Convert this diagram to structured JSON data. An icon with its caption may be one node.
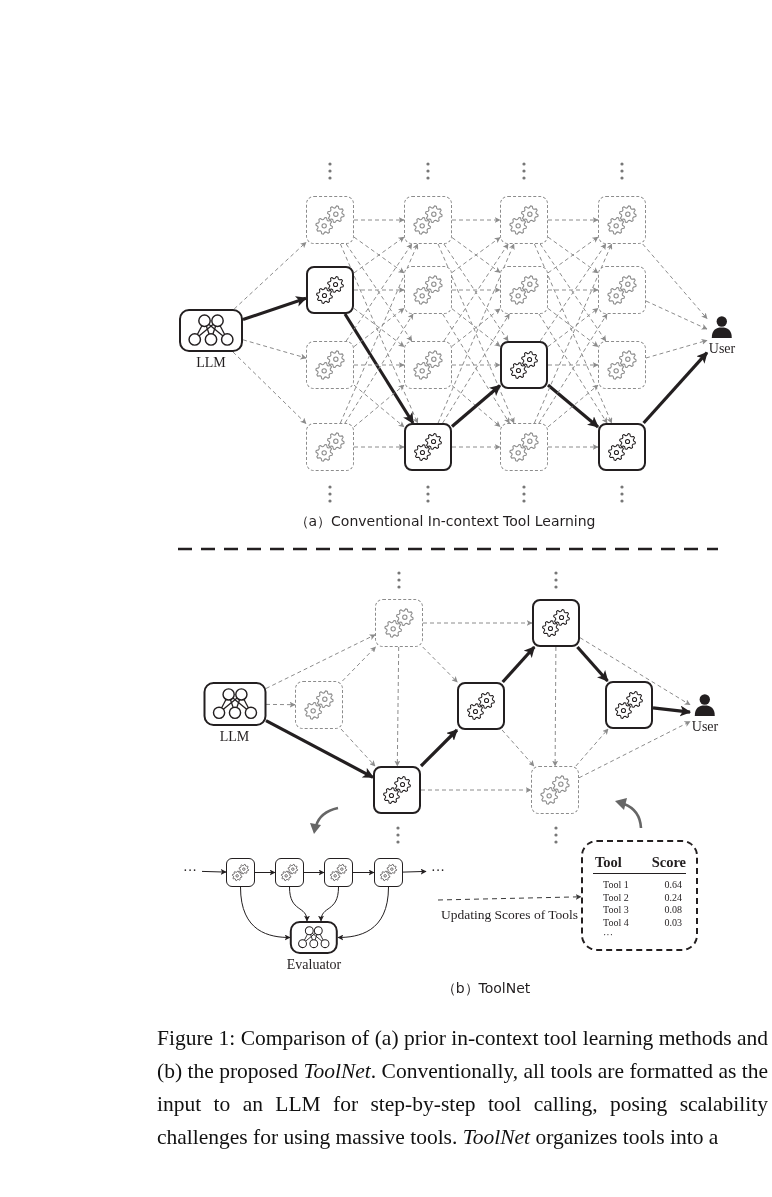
{
  "diagram": {
    "caption": "Figure 1: Comparison of (a) prior in-context tool learning methods and (b) the proposed *ToolNet*. Conventionally, all tools are formatted as the input to an LLM for step-by-step tool calling, posing scalability challenges for using massive tools. *ToolNet* organizes tools into a",
    "nodes": [
      {
        "text": [
          "LLM"
        ]
      },
      {
        "text": [],
        "shape": "box"
      },
      {
        "text": [],
        "shape": "box"
      },
      {
        "text": [],
        "shape": "box"
      },
      {
        "text": [],
        "shape": "box"
      },
      {
        "text": [],
        "shape": "box"
      },
      {
        "text": [],
        "shape": "box"
      },
      {
        "text": [],
        "shape": "box"
      },
      {
        "text": [],
        "shape": "box"
      },
      {
        "text": [],
        "shape": "box"
      },
      {
        "text": [],
        "shape": "box"
      },
      {
        "text": [],
        "shape": "box"
      },
      {
        "text": [],
        "shape": "box"
      },
      {
        "text": [],
        "shape": "box"
      },
      {
        "text": [],
        "shape": "box"
      },
      {
        "text": [],
        "shape": "box"
      },
      {
        "text": [],
        "shape": "box"
      },
      {
        "text": [
          "User"
        ]
      },
      {
        "text": [
          "LLM"
        ]
      },
      {
        "text": [],
        "shape": "box"
      },
      {
        "text": [],
        "shape": "box"
      },
      {
        "text": [],
        "shape": "box"
      },
      {
        "text": [],
        "shape": "box"
      },
      {
        "text": [],
        "shape": "box"
      },
      {
        "text": [],
        "shape": "box"
      },
      {
        "text": [],
        "shape": "box"
      },
      {
        "text": [
          "User"
        ]
      },
      {
        "text": [
          "···"
        ]
      },
      {
        "text": [],
        "shape": "box"
      },
      {
        "text": [],
        "shape": "box"
      },
      {
        "text": [],
        "shape": "box"
      },
      {
        "text": [],
        "shape": "box"
      },
      {
        "text": [
          "···"
        ]
      },
      {
        "text": [
          "Evaluator"
        ]
      },
      {
        "text": [
          "Tool",
          "Score",
          "Tool 1",
          "0.64",
          "Tool 2",
          "0.24",
          "Tool 3",
          "0.08",
          "Tool 4",
          "0.03",
          "···"
        ]
      }
    ],
    "edges": [
      {
        "from": 0,
        "to": 1,
        "arrow": "to",
        "style": "dashed"
      },
      {
        "from": 0,
        "to": 2,
        "arrow": "to",
        "style": "thick",
        "color": "#231f20"
      },
      {
        "from": 0,
        "to": 3,
        "arrow": "to",
        "style": "dashed"
      },
      {
        "from": 0,
        "to": 4,
        "arrow": "to",
        "style": "dashed"
      },
      {
        "from": 1,
        "to": 5,
        "arrow": "to",
        "style": "dashed"
      },
      {
        "from": 1,
        "to": 6,
        "arrow": "to",
        "style": "dashed"
      },
      {
        "from": 1,
        "to": 7,
        "arrow": "to",
        "style": "dashed"
      },
      {
        "from": 1,
        "to": 8,
        "arrow": "to",
        "style": "dashed"
      },
      {
        "from": 2,
        "to": 5,
        "arrow": "to",
        "style": "dashed"
      },
      {
        "from": 2,
        "to": 6,
        "arrow": "to",
        "style": "dashed"
      },
      {
        "from": 2,
        "to": 7,
        "arrow": "to",
        "style": "dashed"
      },
      {
        "from": 2,
        "to": 8,
        "arrow": "to",
        "style": "thick",
        "color": "#231f20"
      },
      {
        "from": 3,
        "to": 5,
        "arrow": "to",
        "style": "dashed"
      },
      {
        "from": 3,
        "to": 6,
        "arrow": "to",
        "style": "dashed"
      },
      {
        "from": 3,
        "to": 7,
        "arrow": "to",
        "style": "dashed"
      },
      {
        "from": 3,
        "to": 8,
        "arrow": "to",
        "style": "dashed"
      },
      {
        "from": 4,
        "to": 5,
        "arrow": "to",
        "style": "dashed"
      },
      {
        "from": 4,
        "to": 6,
        "arrow": "to",
        "style": "dashed"
      },
      {
        "from": 4,
        "to": 7,
        "arrow": "to",
        "style": "dashed"
      },
      {
        "from": 4,
        "to": 8,
        "arrow": "to",
        "style": "dashed"
      },
      {
        "from": 5,
        "to": 9,
        "arrow": "to",
        "style": "dashed"
      },
      {
        "from": 5,
        "to": 10,
        "arrow": "to",
        "style": "dashed"
      },
      {
        "from": 5,
        "to": 11,
        "arrow": "to",
        "style": "dashed"
      },
      {
        "from": 5,
        "to": 12,
        "arrow": "to",
        "style": "dashed"
      },
      {
        "from": 6,
        "to": 9,
        "arrow": "to",
        "style": "dashed"
      },
      {
        "from": 6,
        "to": 10,
        "arrow": "to",
        "style": "dashed"
      },
      {
        "from": 6,
        "to": 11,
        "arrow": "to",
        "style": "dashed"
      },
      {
        "from": 6,
        "to": 12,
        "arrow": "to",
        "style": "dashed"
      },
      {
        "from": 7,
        "to": 9,
        "arrow": "to",
        "style": "dashed"
      },
      {
        "from": 7,
        "to": 10,
        "arrow": "to",
        "style": "dashed"
      },
      {
        "from": 7,
        "to": 11,
        "arrow": "to",
        "style": "dashed"
      },
      {
        "from": 7,
        "to": 12,
        "arrow": "to",
        "style": "dashed"
      },
      {
        "from": 8,
        "to": 9,
        "arrow": "to",
        "style": "dashed"
      },
      {
        "from": 8,
        "to": 10,
        "arrow": "to",
        "style": "dashed"
      },
      {
        "from": 8,
        "to": 11,
        "arrow": "to",
        "style": "thick",
        "color": "#231f20"
      },
      {
        "from": 8,
        "to": 12,
        "arrow": "to",
        "style": "dashed"
      },
      {
        "from": 9,
        "to": 13,
        "arrow": "to",
        "style": "dashed"
      },
      {
        "from": 9,
        "to": 14,
        "arrow": "to",
        "style": "dashed"
      },
      {
        "from": 9,
        "to": 15,
        "arrow": "to",
        "style": "dashed"
      },
      {
        "from": 9,
        "to": 16,
        "arrow": "to",
        "style": "dashed"
      },
      {
        "from": 10,
        "to": 13,
        "arrow": "to",
        "style": "dashed"
      },
      {
        "from": 10,
        "to": 14,
        "arrow": "to",
        "style": "dashed"
      },
      {
        "from": 10,
        "to": 15,
        "arrow": "to",
        "style": "dashed"
      },
      {
        "from": 10,
        "to": 16,
        "arrow": "to",
        "style": "dashed"
      },
      {
        "from": 11,
        "to": 13,
        "arrow": "to",
        "style": "dashed"
      },
      {
        "from": 11,
        "to": 14,
        "arrow": "to",
        "style": "dashed"
      },
      {
        "from": 11,
        "to": 15,
        "arrow": "to",
        "style": "dashed"
      },
      {
        "from": 11,
        "to": 16,
        "arrow": "to",
        "style": "thick",
        "color": "#231f20"
      },
      {
        "from": 12,
        "to": 13,
        "arrow": "to",
        "style": "dashed"
      },
      {
        "from": 12,
        "to": 14,
        "arrow": "to",
        "style": "dashed"
      },
      {
        "from": 12,
        "to": 15,
        "arrow": "to",
        "style": "dashed"
      },
      {
        "from": 12,
        "to": 16,
        "arrow": "to",
        "style": "dashed"
      },
      {
        "from": 13,
        "to": 17,
        "arrow": "to",
        "style": "dashed"
      },
      {
        "from": 14,
        "to": 17,
        "arrow": "to",
        "style": "dashed"
      },
      {
        "from": 15,
        "to": 17,
        "arrow": "to",
        "style": "dashed"
      },
      {
        "from": 16,
        "to": 17,
        "arrow": "to",
        "style": "thick",
        "color": "#231f20"
      },
      {
        "from": 18,
        "to": 20,
        "arrow": "to",
        "style": "dashed"
      },
      {
        "from": 18,
        "to": 19,
        "arrow": "to",
        "style": "dashed"
      },
      {
        "from": 18,
        "to": 21,
        "arrow": "to",
        "style": "thick",
        "color": "#231f20"
      },
      {
        "from": 19,
        "to": 20,
        "arrow": "to",
        "style": "dashed"
      },
      {
        "from": 19,
        "to": 21,
        "arrow": "to",
        "style": "dashed"
      },
      {
        "from": 20,
        "to": 21,
        "arrow": "to",
        "style": "dashed"
      },
      {
        "from": 20,
        "to": 22,
        "arrow": "to",
        "style": "dashed"
      },
      {
        "from": 20,
        "to": 23,
        "arrow": "to",
        "style": "dashed"
      },
      {
        "from": 21,
        "to": 22,
        "arrow": "to",
        "style": "thick",
        "color": "#231f20"
      },
      {
        "from": 21,
        "to": 24,
        "arrow": "to",
        "style": "dashed"
      },
      {
        "from": 22,
        "to": 23,
        "arrow": "to",
        "style": "thick",
        "color": "#231f20"
      },
      {
        "from": 22,
        "to": 24,
        "arrow": "to",
        "style": "dashed"
      },
      {
        "from": 23,
        "to": 24,
        "arrow": "to",
        "style": "dashed"
      },
      {
        "from": 23,
        "to": 25,
        "arrow": "to",
        "style": "thick",
        "color": "#231f20"
      },
      {
        "from": 23,
        "to": 26,
        "arrow": "to",
        "style": "dashed"
      },
      {
        "from": 24,
        "to": 25,
        "arrow": "to",
        "style": "dashed"
      },
      {
        "from": 24,
        "to": 26,
        "arrow": "to",
        "style": "dashed"
      },
      {
        "from": 25,
        "to": 26,
        "arrow": "to",
        "style": "thick",
        "color": "#231f20"
      },
      {
        "from": 27,
        "to": 28,
        "arrow": "to",
        "color": "#231f20"
      },
      {
        "from": 28,
        "to": 29,
        "arrow": "to",
        "color": "#231f20"
      },
      {
        "from": 29,
        "to": 30,
        "arrow": "to",
        "color": "#231f20"
      },
      {
        "from": 30,
        "to": 31,
        "arrow": "to",
        "color": "#231f20"
      },
      {
        "from": 31,
        "to": 32,
        "arrow": "to",
        "color": "#231f20"
      },
      {
        "from": 28,
        "to": 33,
        "arrow": "to",
        "color": "#231f20"
      },
      {
        "from": 29,
        "to": 33,
        "arrow": "to",
        "color": "#231f20"
      },
      {
        "from": 30,
        "to": 33,
        "arrow": "to",
        "color": "#231f20"
      },
      {
        "from": 31,
        "to": 33,
        "arrow": "to",
        "color": "#231f20"
      },
      {
        "from": null,
        "to": 34,
        "arrow": "to",
        "label": "Updating Scores of Tools",
        "style": "dashed",
        "color": "#3a3a3a"
      }
    ],
    "labels": [
      "（a）Conventional In-context Tool Learning",
      "（b）ToolNet"
    ]
  }
}
